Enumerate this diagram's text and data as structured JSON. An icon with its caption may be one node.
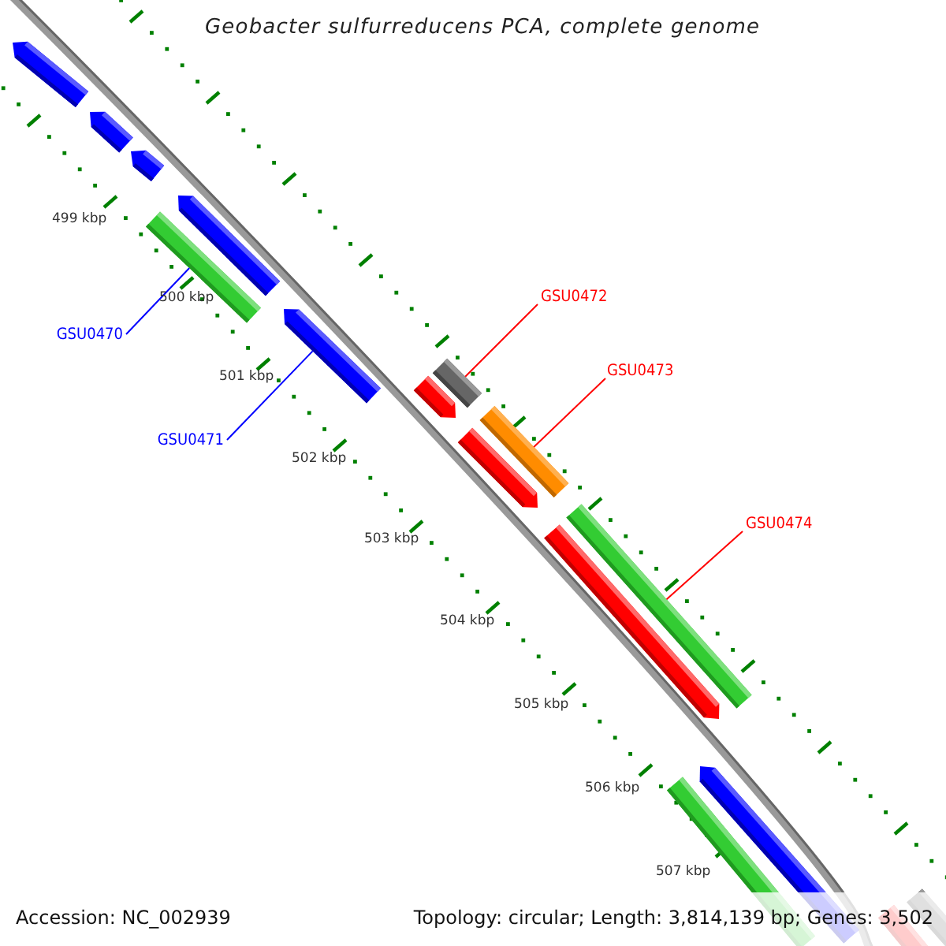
{
  "diagram": {
    "title": "Geobacter sulfurreducens PCA, complete genome",
    "nodes": [
      {
        "text": [
          "GSU0470"
        ]
      },
      {
        "text": [],
        "shape": "bar"
      },
      {
        "text": [
          "GSU0471"
        ]
      },
      {
        "text": [],
        "shape": "arrow"
      },
      {
        "text": [
          "GSU0472"
        ]
      },
      {
        "text": [],
        "shape": "bar"
      },
      {
        "text": [
          "GSU0473"
        ]
      },
      {
        "text": [],
        "shape": "bar"
      },
      {
        "text": [
          "GSU0474"
        ]
      },
      {
        "text": [],
        "shape": "bar"
      }
    ],
    "edges": [
      {
        "from": 0,
        "to": 1,
        "arrow": "none",
        "color": "#0000ff"
      },
      {
        "from": 2,
        "to": 3,
        "arrow": "none",
        "color": "#0000ff"
      },
      {
        "from": 4,
        "to": 5,
        "arrow": "none"
      },
      {
        "from": 6,
        "to": 7,
        "arrow": "none"
      },
      {
        "from": 8,
        "to": 9,
        "arrow": "none"
      }
    ],
    "labels": [
      "499 kbp",
      "500 kbp",
      "501 kbp",
      "502 kbp",
      "503 kbp",
      "504 kbp",
      "505 kbp",
      "506 kbp",
      "507 kbp",
      "Accession: NC_002939",
      "Topology: circular; Length: 3,814,139 bp; Genes: 3,502"
    ]
  }
}
